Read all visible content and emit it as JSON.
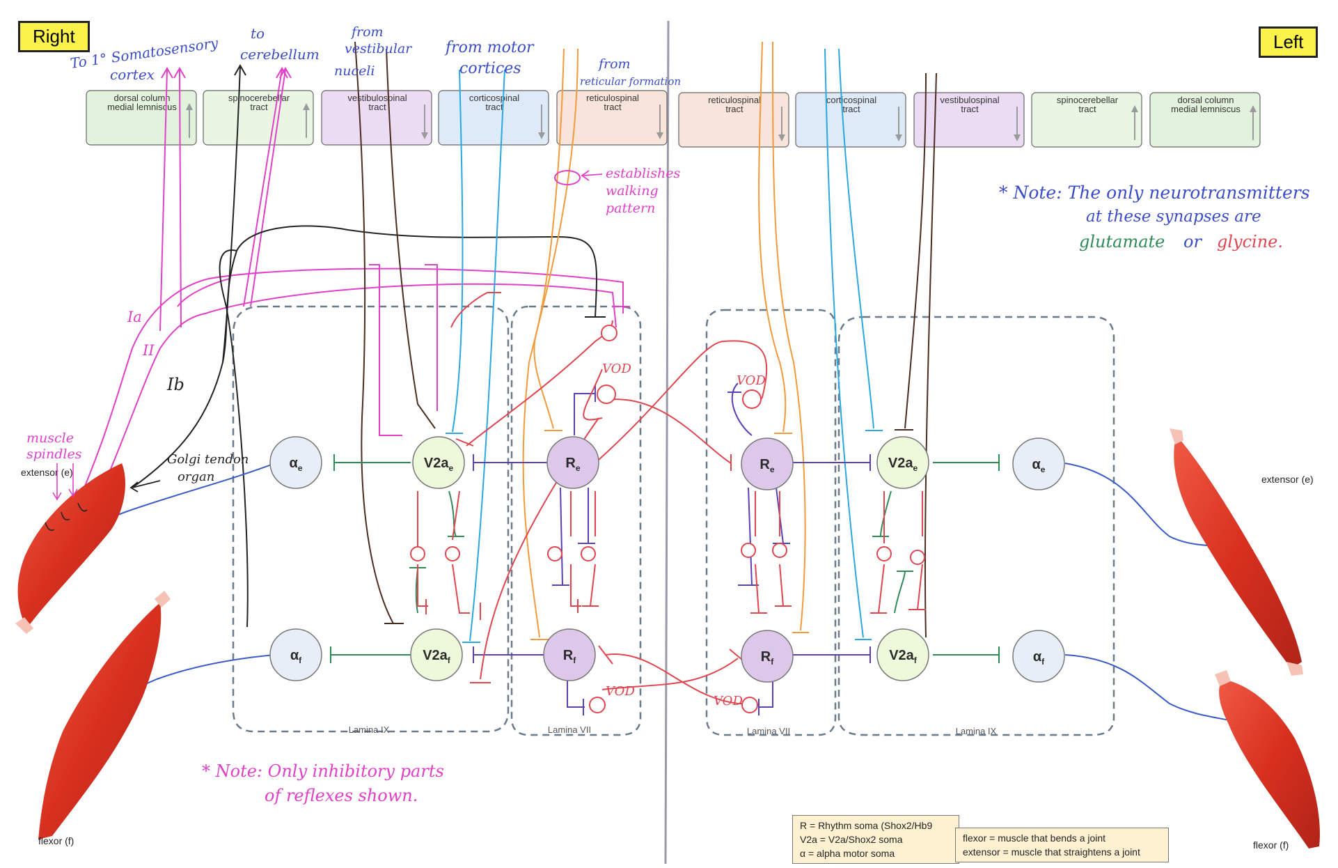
{
  "sides": {
    "right": "Right",
    "left": "Left"
  },
  "tracts": {
    "right": [
      {
        "label": "dorsal column medial lemniscus",
        "l1": "dorsal column",
        "l2": "medial lemniscus",
        "color": "#e2f2dc",
        "dir": "up"
      },
      {
        "label": "spinocerebellar tract",
        "l1": "spinocerebellar",
        "l2": "tract",
        "color": "#eaf6e4",
        "dir": "up"
      },
      {
        "label": "vestibulospinal tract",
        "l1": "vestibulospinal",
        "l2": "tract",
        "color": "#ecdcf3",
        "dir": "down"
      },
      {
        "label": "corticospinal tract",
        "l1": "corticospinal",
        "l2": "tract",
        "color": "#dfeaf8",
        "dir": "down"
      },
      {
        "label": "reticulospinal tract",
        "l1": "reticulospinal",
        "l2": "tract",
        "color": "#f9e4dc",
        "dir": "down"
      }
    ],
    "left": [
      {
        "label": "reticulospinal tract",
        "l1": "reticulospinal",
        "l2": "tract",
        "color": "#f9e4dc",
        "dir": "down"
      },
      {
        "label": "corticospinal tract",
        "l1": "corticospinal",
        "l2": "tract",
        "color": "#dfeaf8",
        "dir": "down"
      },
      {
        "label": "vestibulospinal tract",
        "l1": "vestibulospinal",
        "l2": "tract",
        "color": "#ecdcf3",
        "dir": "down"
      },
      {
        "label": "spinocerebellar tract",
        "l1": "spinocerebellar",
        "l2": "tract",
        "color": "#eaf6e4",
        "dir": "up"
      },
      {
        "label": "dorsal column medial lemniscus",
        "l1": "dorsal column",
        "l2": "medial lemniscus",
        "color": "#e2f2dc",
        "dir": "up"
      }
    ]
  },
  "handwritten": {
    "somatosensory_1": "To 1° Somatosensory",
    "somatosensory_2": "cortex",
    "cerebellum_1": "to",
    "cerebellum_2": "cerebellum",
    "vestibular_1": "from",
    "vestibular_2": "vestibular",
    "vestibular_3": "nuceli",
    "motor_1": "from motor",
    "motor_2": "cortices",
    "reticular_1": "from",
    "reticular_2": "reticular formation",
    "walking_1": "establishes",
    "walking_2": "walking",
    "walking_3": "pattern",
    "note_right_1": "* Note: The only neurotransmitters",
    "note_right_2": "at these synapses are",
    "note_right_glutamate": "glutamate",
    "note_right_or": "or",
    "note_right_glycine": "glycine.",
    "note_bottom_1": "* Note: Only inhibitory parts",
    "note_bottom_2": "of reflexes shown.",
    "ia": "Ia",
    "ii": "II",
    "ib": "Ib",
    "muscle_spindles_1": "muscle",
    "muscle_spindles_2": "spindles",
    "golgi_1": "Golgi tendon",
    "golgi_2": "organ",
    "vod": "VOD"
  },
  "muscles": {
    "extensor_right": "extensor (e)",
    "flexor_right": "flexor (f)",
    "extensor_left": "extensor (e)",
    "flexor_left": "flexor (f)"
  },
  "laminae": {
    "ix": "Lamina IX",
    "vii": "Lamina VII"
  },
  "neurons": {
    "alpha_e": {
      "base": "α",
      "sub": "e"
    },
    "alpha_f": {
      "base": "α",
      "sub": "f"
    },
    "v2a_e": {
      "base": "V2a",
      "sub": "e"
    },
    "v2a_f": {
      "base": "V2a",
      "sub": "f"
    },
    "r_e": {
      "base": "R",
      "sub": "e"
    },
    "r_f": {
      "base": "R",
      "sub": "f"
    }
  },
  "legend": {
    "soma_1": "R = Rhythm soma (Shox2/Hb9",
    "soma_2": "V2a = V2a/Shox2 soma",
    "soma_3": "α = alpha motor soma",
    "muscle_1": "flexor = muscle that bends a joint",
    "muscle_2": "extensor = muscle that straightens a joint"
  },
  "colors": {
    "glutamate": "#2e8b57",
    "glycine": "#e0454f",
    "pink": "#e040c8",
    "motor_blue": "#3a5bc7",
    "cortical_cyan": "#29a8e0",
    "reticular_orange": "#f29a3a",
    "vestibular_brown": "#4a2c20",
    "rhythm_purple": "#5a3fb5",
    "alpha_fill": "#e8eef8",
    "v2a_fill": "#eef9dc",
    "r_fill": "#ddc8ea",
    "muscle": "#d83a2a"
  }
}
